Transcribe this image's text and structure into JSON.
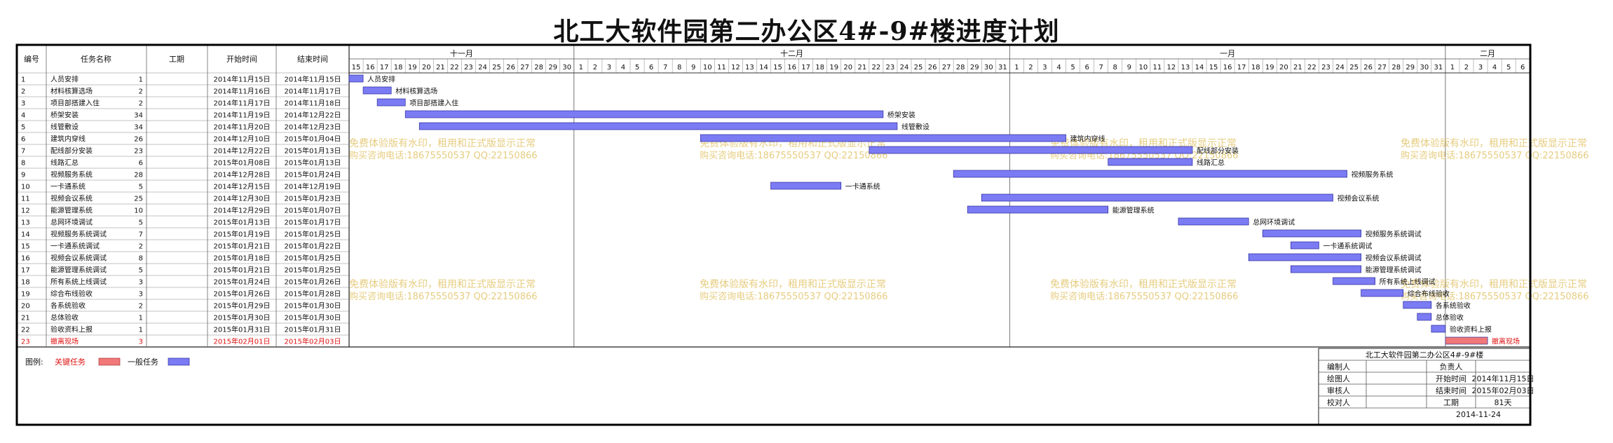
{
  "title": "北工大软件园第二办公区4#-9#楼进度计划",
  "colors": {
    "normal": "#7b7bf4",
    "critical": "#f07878",
    "critical_text": "#e01010",
    "watermark": "#e0c060"
  },
  "columns": [
    "编号",
    "任务名称",
    "工期",
    "开始时间",
    "结束时间"
  ],
  "months": [
    {
      "label": "十一月",
      "days": [
        15,
        16,
        17,
        18,
        19,
        20,
        21,
        22,
        23,
        24,
        25,
        26,
        27,
        28,
        29,
        30
      ]
    },
    {
      "label": "十二月",
      "days": [
        1,
        2,
        3,
        4,
        5,
        6,
        7,
        8,
        9,
        10,
        11,
        12,
        13,
        14,
        15,
        16,
        17,
        18,
        19,
        20,
        21,
        22,
        23,
        24,
        25,
        26,
        27,
        28,
        29,
        30,
        31
      ]
    },
    {
      "label": "一月",
      "days": [
        1,
        2,
        3,
        4,
        5,
        6,
        7,
        8,
        9,
        10,
        11,
        12,
        13,
        14,
        15,
        16,
        17,
        18,
        19,
        20,
        21,
        22,
        23,
        24,
        25,
        26,
        27,
        28,
        29,
        30,
        31
      ]
    },
    {
      "label": "二月",
      "days": [
        1,
        2,
        3,
        4,
        5,
        6
      ]
    }
  ],
  "chart_data": {
    "type": "gantt",
    "title": "北工大软件园第二办公区4#-9#楼进度计划",
    "x_range": [
      "2014-11-15",
      "2015-02-06"
    ],
    "tasks": [
      {
        "id": "1",
        "name": "人员安排",
        "duration": 1,
        "start": "2014年11月15日",
        "end": "2014年11月15日",
        "start_date": "2014-11-15",
        "end_date": "2014-11-15",
        "critical": false
      },
      {
        "id": "2",
        "name": "材料核算选场",
        "duration": 2,
        "start": "2014年11月16日",
        "end": "2014年11月17日",
        "start_date": "2014-11-16",
        "end_date": "2014-11-17",
        "critical": false
      },
      {
        "id": "3",
        "name": "项目部搭建入住",
        "duration": 2,
        "start": "2014年11月17日",
        "end": "2014年11月18日",
        "start_date": "2014-11-17",
        "end_date": "2014-11-18",
        "critical": false
      },
      {
        "id": "4",
        "name": "桥架安装",
        "duration": 34,
        "start": "2014年11月19日",
        "end": "2014年12月22日",
        "start_date": "2014-11-19",
        "end_date": "2014-12-22",
        "critical": false
      },
      {
        "id": "5",
        "name": "线管敷设",
        "duration": 34,
        "start": "2014年11月20日",
        "end": "2014年12月23日",
        "start_date": "2014-11-20",
        "end_date": "2014-12-23",
        "critical": false
      },
      {
        "id": "6",
        "name": "建筑内穿线",
        "duration": 26,
        "start": "2014年12月10日",
        "end": "2015年01月04日",
        "start_date": "2014-12-10",
        "end_date": "2015-01-04",
        "critical": false
      },
      {
        "id": "7",
        "name": "配线部分安装",
        "duration": 23,
        "start": "2014年12月22日",
        "end": "2015年01月13日",
        "start_date": "2014-12-22",
        "end_date": "2015-01-13",
        "critical": false
      },
      {
        "id": "8",
        "name": "线路汇总",
        "duration": 6,
        "start": "2015年01月08日",
        "end": "2015年01月13日",
        "start_date": "2015-01-08",
        "end_date": "2015-01-13",
        "critical": false
      },
      {
        "id": "9",
        "name": "视频服务系统",
        "duration": 28,
        "start": "2014年12月28日",
        "end": "2015年01月24日",
        "start_date": "2014-12-28",
        "end_date": "2015-01-24",
        "critical": false
      },
      {
        "id": "10",
        "name": "一卡通系统",
        "duration": 5,
        "start": "2014年12月15日",
        "end": "2014年12月19日",
        "start_date": "2014-12-15",
        "end_date": "2014-12-19",
        "critical": false
      },
      {
        "id": "11",
        "name": "视频会议系统",
        "duration": 25,
        "start": "2014年12月30日",
        "end": "2015年01月23日",
        "start_date": "2014-12-30",
        "end_date": "2015-01-23",
        "critical": false
      },
      {
        "id": "12",
        "name": "能源管理系统",
        "duration": 10,
        "start": "2014年12月29日",
        "end": "2015年01月07日",
        "start_date": "2014-12-29",
        "end_date": "2015-01-07",
        "critical": false
      },
      {
        "id": "13",
        "name": "总网环境调试",
        "duration": 5,
        "start": "2015年01月13日",
        "end": "2015年01月17日",
        "start_date": "2015-01-13",
        "end_date": "2015-01-17",
        "critical": false
      },
      {
        "id": "14",
        "name": "视频服务系统调试",
        "duration": 7,
        "start": "2015年01月19日",
        "end": "2015年01月25日",
        "start_date": "2015-01-19",
        "end_date": "2015-01-25",
        "critical": false
      },
      {
        "id": "15",
        "name": "一卡通系统调试",
        "duration": 2,
        "start": "2015年01月21日",
        "end": "2015年01月22日",
        "start_date": "2015-01-21",
        "end_date": "2015-01-22",
        "critical": false
      },
      {
        "id": "16",
        "name": "视频会议系统调试",
        "duration": 8,
        "start": "2015年01月18日",
        "end": "2015年01月25日",
        "start_date": "2015-01-18",
        "end_date": "2015-01-25",
        "critical": false
      },
      {
        "id": "17",
        "name": "能源管理系统调试",
        "duration": 5,
        "start": "2015年01月21日",
        "end": "2015年01月25日",
        "start_date": "2015-01-21",
        "end_date": "2015-01-25",
        "critical": false
      },
      {
        "id": "18",
        "name": "所有系统上线调试",
        "duration": 3,
        "start": "2015年01月24日",
        "end": "2015年01月26日",
        "start_date": "2015-01-24",
        "end_date": "2015-01-26",
        "critical": false
      },
      {
        "id": "19",
        "name": "综合布线验收",
        "duration": 3,
        "start": "2015年01月26日",
        "end": "2015年01月28日",
        "start_date": "2015-01-26",
        "end_date": "2015-01-28",
        "critical": false
      },
      {
        "id": "20",
        "name": "各系统验收",
        "duration": 2,
        "start": "2015年01月29日",
        "end": "2015年01月30日",
        "start_date": "2015-01-29",
        "end_date": "2015-01-30",
        "critical": false
      },
      {
        "id": "21",
        "name": "总体验收",
        "duration": 1,
        "start": "2015年01月30日",
        "end": "2015年01月30日",
        "start_date": "2015-01-30",
        "end_date": "2015-01-30",
        "critical": false
      },
      {
        "id": "22",
        "name": "验收资料上报",
        "duration": 1,
        "start": "2015年01月31日",
        "end": "2015年01月31日",
        "start_date": "2015-01-31",
        "end_date": "2015-01-31",
        "critical": false
      },
      {
        "id": "23",
        "name": "撤离现场",
        "duration": 3,
        "start": "2015年02月01日",
        "end": "2015年02月03日",
        "start_date": "2015-02-01",
        "end_date": "2015-02-03",
        "critical": true
      }
    ]
  },
  "watermark": {
    "line1": "免费体验版有水印，租用和正式版显示正常",
    "line2": "购买咨询电话:18675550537 QQ:22150866"
  },
  "legend": {
    "label": "图例:",
    "critical": "关键任务",
    "normal": "一般任务"
  },
  "info_box": {
    "title": "北工大软件园第二办公区4#-9#楼",
    "rows": [
      [
        "编制人",
        "",
        "负责人",
        ""
      ],
      [
        "绘图人",
        "",
        "开始时间",
        "2014年11月15日"
      ],
      [
        "审核人",
        "",
        "结束时间",
        "2015年02月03日"
      ],
      [
        "校对人",
        "",
        "工期",
        "81天"
      ]
    ],
    "date": "2014-11-24"
  }
}
